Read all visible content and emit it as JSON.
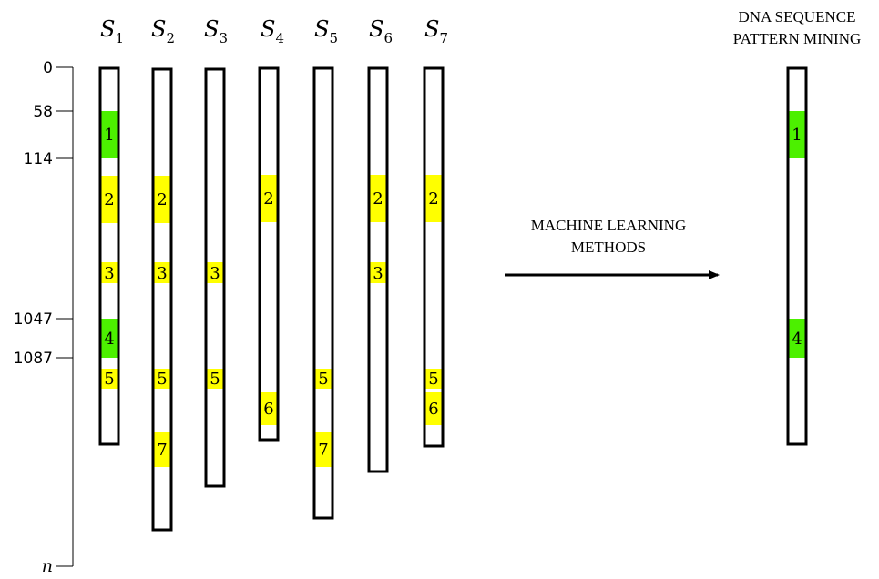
{
  "colors": {
    "green": "#4cf000",
    "yellow": "#ffff00",
    "stroke": "#000000"
  },
  "axis": {
    "ticks": [
      "0",
      "58",
      "114",
      "1047",
      "1087"
    ],
    "end_label": "n"
  },
  "sequences": [
    {
      "letter": "S",
      "sub": "1",
      "segments": [
        {
          "label": "1",
          "color": "green"
        },
        {
          "label": "2",
          "color": "yellow"
        },
        {
          "label": "3",
          "color": "yellow"
        },
        {
          "label": "4",
          "color": "green"
        },
        {
          "label": "5",
          "color": "yellow"
        }
      ]
    },
    {
      "letter": "S",
      "sub": "2",
      "segments": [
        {
          "label": "2",
          "color": "yellow"
        },
        {
          "label": "3",
          "color": "yellow"
        },
        {
          "label": "5",
          "color": "yellow"
        },
        {
          "label": "7",
          "color": "yellow"
        }
      ]
    },
    {
      "letter": "S",
      "sub": "3",
      "segments": [
        {
          "label": "3",
          "color": "yellow"
        },
        {
          "label": "5",
          "color": "yellow"
        }
      ]
    },
    {
      "letter": "S",
      "sub": "4",
      "segments": [
        {
          "label": "2",
          "color": "yellow"
        },
        {
          "label": "6",
          "color": "yellow"
        }
      ]
    },
    {
      "letter": "S",
      "sub": "5",
      "segments": [
        {
          "label": "5",
          "color": "yellow"
        },
        {
          "label": "7",
          "color": "yellow"
        }
      ]
    },
    {
      "letter": "S",
      "sub": "6",
      "segments": [
        {
          "label": "2",
          "color": "yellow"
        },
        {
          "label": "3",
          "color": "yellow"
        }
      ]
    },
    {
      "letter": "S",
      "sub": "7",
      "segments": [
        {
          "label": "2",
          "color": "yellow"
        },
        {
          "label": "5",
          "color": "yellow"
        },
        {
          "label": "6",
          "color": "yellow"
        }
      ]
    }
  ],
  "arrow_label": [
    "MACHINE LEARNING",
    "METHODS"
  ],
  "result": {
    "title": [
      "DNA SEQUENCE",
      "PATTERN MINING"
    ],
    "segments": [
      {
        "label": "1",
        "color": "green"
      },
      {
        "label": "4",
        "color": "green"
      }
    ]
  }
}
